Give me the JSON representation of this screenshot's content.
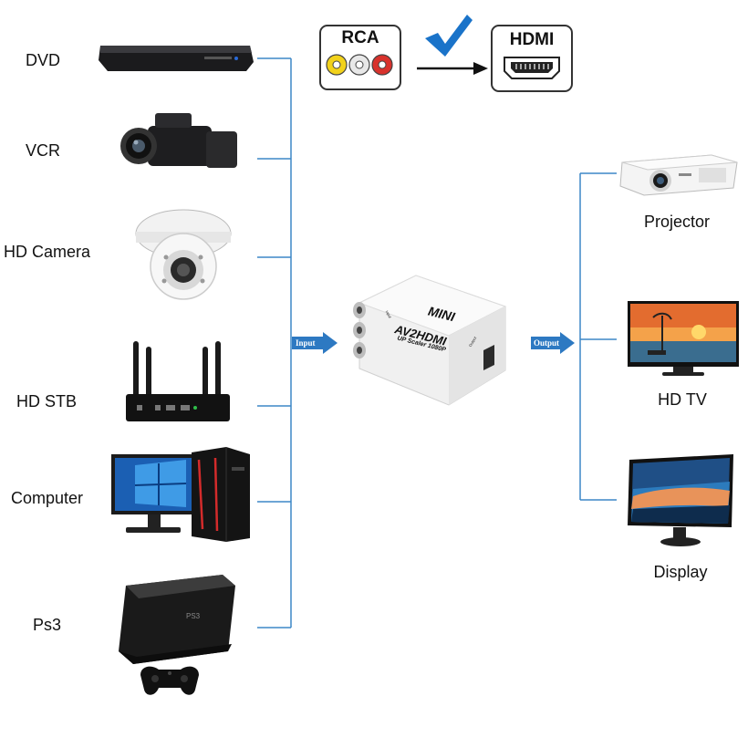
{
  "header": {
    "from_label": "RCA",
    "to_label": "HDMI"
  },
  "inputs": [
    {
      "label": "DVD",
      "icon": "dvd-player-icon"
    },
    {
      "label": "VCR",
      "icon": "camcorder-icon"
    },
    {
      "label": "HD Camera",
      "icon": "dome-camera-icon"
    },
    {
      "label": "HD STB",
      "icon": "router-stb-icon"
    },
    {
      "label": "Computer",
      "icon": "desktop-computer-icon"
    },
    {
      "label": "Ps3",
      "icon": "game-console-icon"
    }
  ],
  "converter": {
    "brand": "MINI",
    "model": "AV2HDMI",
    "subtitle": "UP Scaler 1080P",
    "input_port_label": "Input",
    "output_port_label": "Output"
  },
  "arrows": {
    "input": "Input",
    "output": "Output"
  },
  "outputs": [
    {
      "label": "Projector",
      "icon": "projector-icon"
    },
    {
      "label": "HD TV",
      "icon": "tv-icon"
    },
    {
      "label": "Display",
      "icon": "monitor-icon"
    }
  ],
  "colors": {
    "line": "#3d87c7",
    "check": "#1a73c9",
    "rca_yellow": "#f2d21b",
    "rca_white": "#e8e8e8",
    "rca_red": "#d8322c"
  }
}
